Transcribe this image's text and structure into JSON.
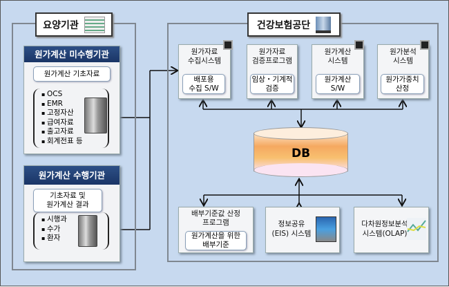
{
  "left": {
    "title": "요양기관",
    "non_performing": {
      "title": "원가계산 미수행기관",
      "label": "원가계산 기초자료",
      "items": [
        "OCS",
        "EMR",
        "고정자산",
        "급여자료",
        "출고자료",
        "회계전표 등"
      ]
    },
    "performing": {
      "title": "원가계산 수행기관",
      "label_line1": "기초자료 및",
      "label_line2": "원가계산 결과",
      "items": [
        "시행과",
        "수가",
        "환자"
      ]
    }
  },
  "right": {
    "title": "건강보험공단",
    "systems": [
      {
        "line1": "원가자료",
        "line2": "수집시스템",
        "sub1": "배포용",
        "sub2": "수집 S/W"
      },
      {
        "line1": "원가자료",
        "line2": "검증프로그램",
        "sub1": "임상・기계적",
        "sub2": "검증"
      },
      {
        "line1": "원가계산",
        "line2": "시스템",
        "sub1": "원가계산",
        "sub2": "S/W"
      },
      {
        "line1": "원가분석",
        "line2": "시스템",
        "sub1": "원가가중치",
        "sub2": "산정"
      }
    ],
    "db": "DB",
    "bottom": [
      {
        "line1": "배부기준값 산정",
        "line2": "프로그램",
        "sub1": "원가계산을 위한",
        "sub2": "배부기준"
      },
      {
        "line1": "정보공유",
        "line2": "(EIS) 시스템"
      },
      {
        "line1": "다차원정보분석",
        "line2": "시스템(OLAP)"
      }
    ]
  },
  "colors": {
    "background": "#c7d9ef",
    "panel_title": "#1f3d72"
  }
}
